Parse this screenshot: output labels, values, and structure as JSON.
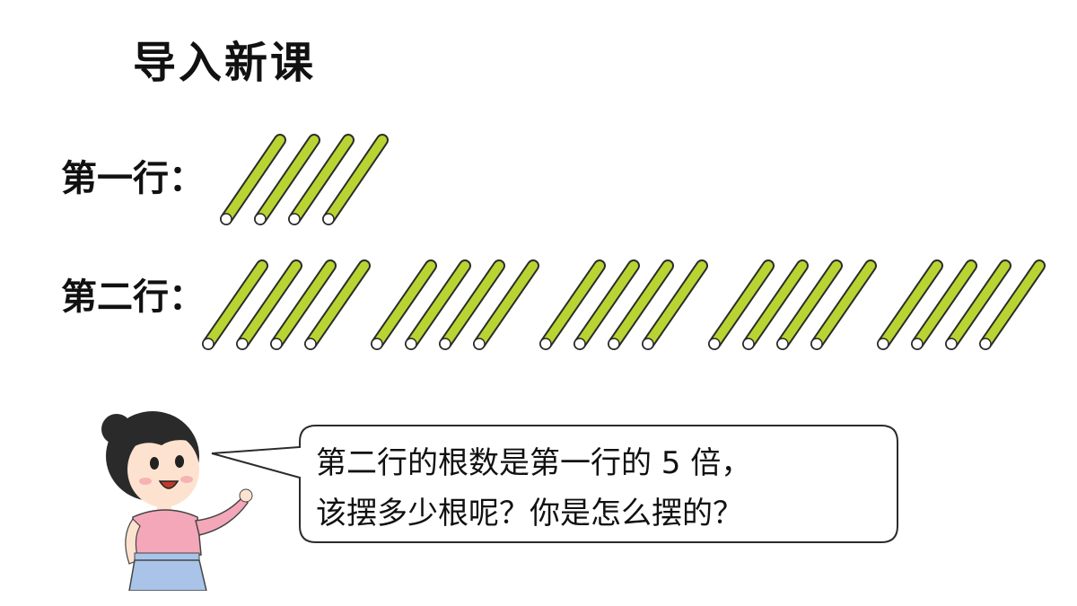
{
  "title": "导入新课",
  "rows": [
    {
      "label": "第一行：",
      "stick_count": 4,
      "group_size": 4
    },
    {
      "label": "第二行：",
      "stick_count": 20,
      "group_size": 4
    }
  ],
  "speech": {
    "line1": "第二行的根数是第一行的 5 倍，",
    "line2": "该摆多少根呢？你是怎么摆的？"
  },
  "colors": {
    "stick": "#b8d432",
    "stick_outline": "#2b2b2b",
    "bubble_border": "#2b2b2b",
    "shirt": "#f4a7b9",
    "hair": "#2a2a2a"
  },
  "icons": [
    "teacher-character-icon",
    "stick-icon",
    "speech-bubble-icon"
  ]
}
